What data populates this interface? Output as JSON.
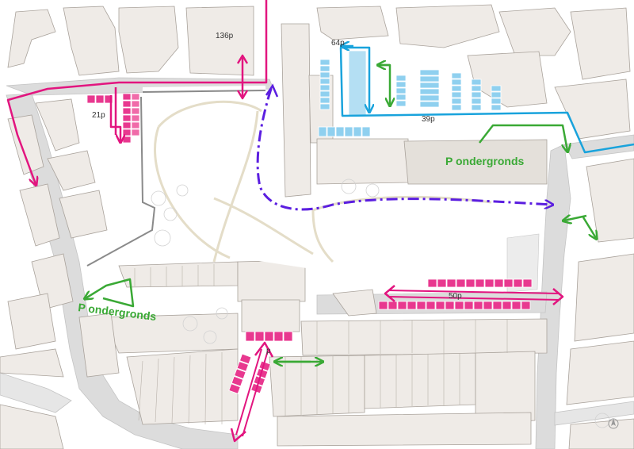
{
  "labels": {
    "parking_136": "136p",
    "parking_64": "64p",
    "parking_39": "39p",
    "parking_21": "21p",
    "parking_50": "50p",
    "parking_p": "p",
    "underground_right": "P ondergronds",
    "underground_left": "P ondergronds"
  },
  "colors": {
    "magenta_route": "#e2157f",
    "blue_route": "#19a3dc",
    "green_route": "#3aa935",
    "purple_route": "#5b1ee0",
    "parking_magenta": "#e8388f",
    "parking_blue": "#8fd0ef",
    "building_fill": "#efebe7",
    "building_stroke": "#a9a29b",
    "road_fill": "#d6d6d6",
    "path_stroke": "#e4ddc8",
    "text_dark": "#333333",
    "text_green": "#3aa935"
  },
  "icons": {
    "north": "north-arrow-icon"
  }
}
